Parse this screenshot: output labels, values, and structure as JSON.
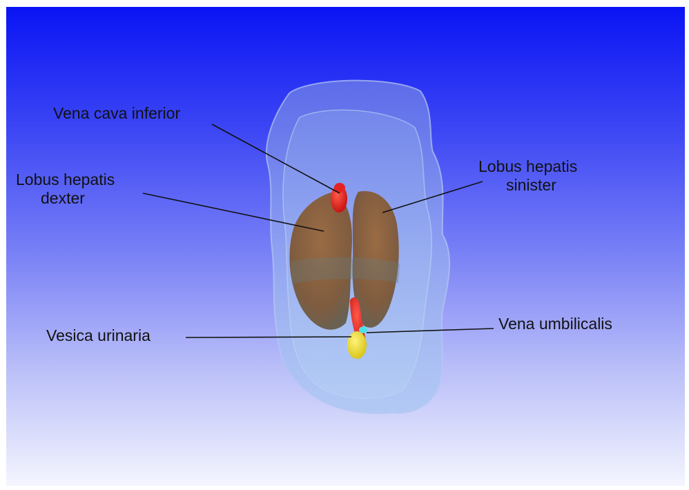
{
  "colors": {
    "gradient_top": "#0a14f4",
    "gradient_bottom": "#f4f5fe",
    "body_outline": "#9fb4f0",
    "liver": "#8a5a2e",
    "vessel_red": "#e01818",
    "bladder_yellow": "#f2e21c",
    "umbilical_cyan": "#4fe0e6",
    "leader_line": "#111111"
  },
  "labels": {
    "vena_cava_inferior": "Vena cava inferior",
    "lobus_hepatis_dexter_1": "Lobus hepatis",
    "lobus_hepatis_dexter_2": "dexter",
    "lobus_hepatis_sinister_1": "Lobus hepatis",
    "lobus_hepatis_sinister_2": "sinister",
    "vesica_urinaria": "Vesica urinaria",
    "vena_umbilicalis": "Vena umbilicalis"
  }
}
